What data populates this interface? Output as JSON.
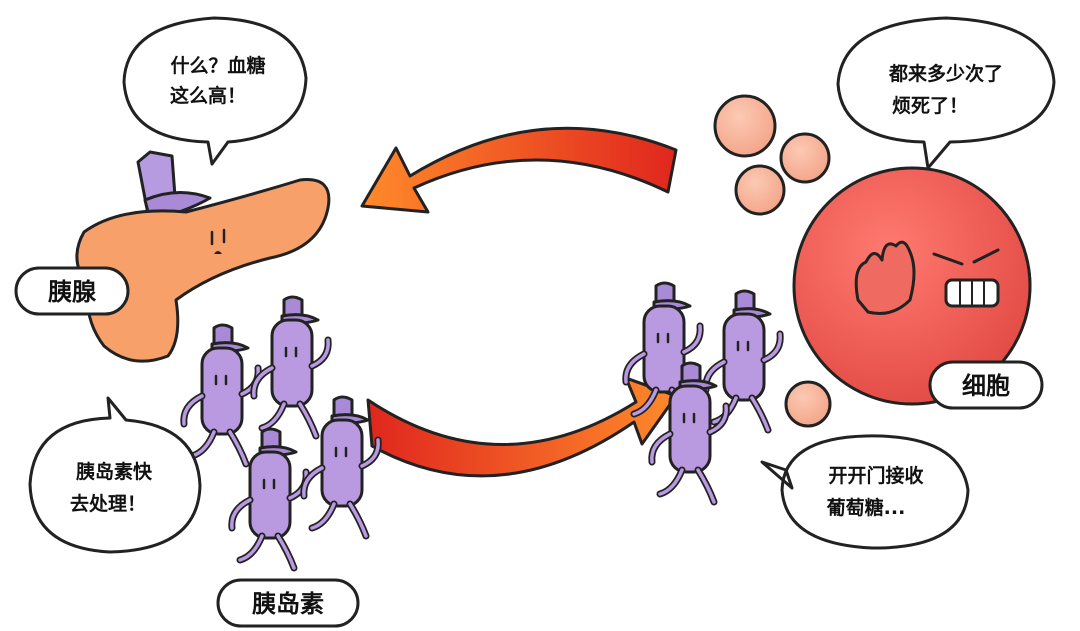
{
  "bubbles": {
    "pancreas": {
      "line1": "什么？血糖",
      "line2": "这么高！"
    },
    "cell": {
      "line1": "都来多少次了",
      "line2": "烦死了！"
    },
    "insulin_team": {
      "line1": "胰岛素快",
      "line2": "去处理！"
    },
    "insulin_at_cell": {
      "line1": "开开门接收",
      "line2": "葡萄糖..."
    }
  },
  "labels": {
    "pancreas": "胰腺",
    "cell": "细胞",
    "insulin": "胰岛素"
  },
  "colors": {
    "pancreas": "#f7a06a",
    "cell": "#ee5a52",
    "glucose": "#f8b49a",
    "insulin": "#b99ae0",
    "insulin_cap": "#a98ad6",
    "arrow_start": "#ff8a2a",
    "arrow_end": "#e0261e"
  }
}
